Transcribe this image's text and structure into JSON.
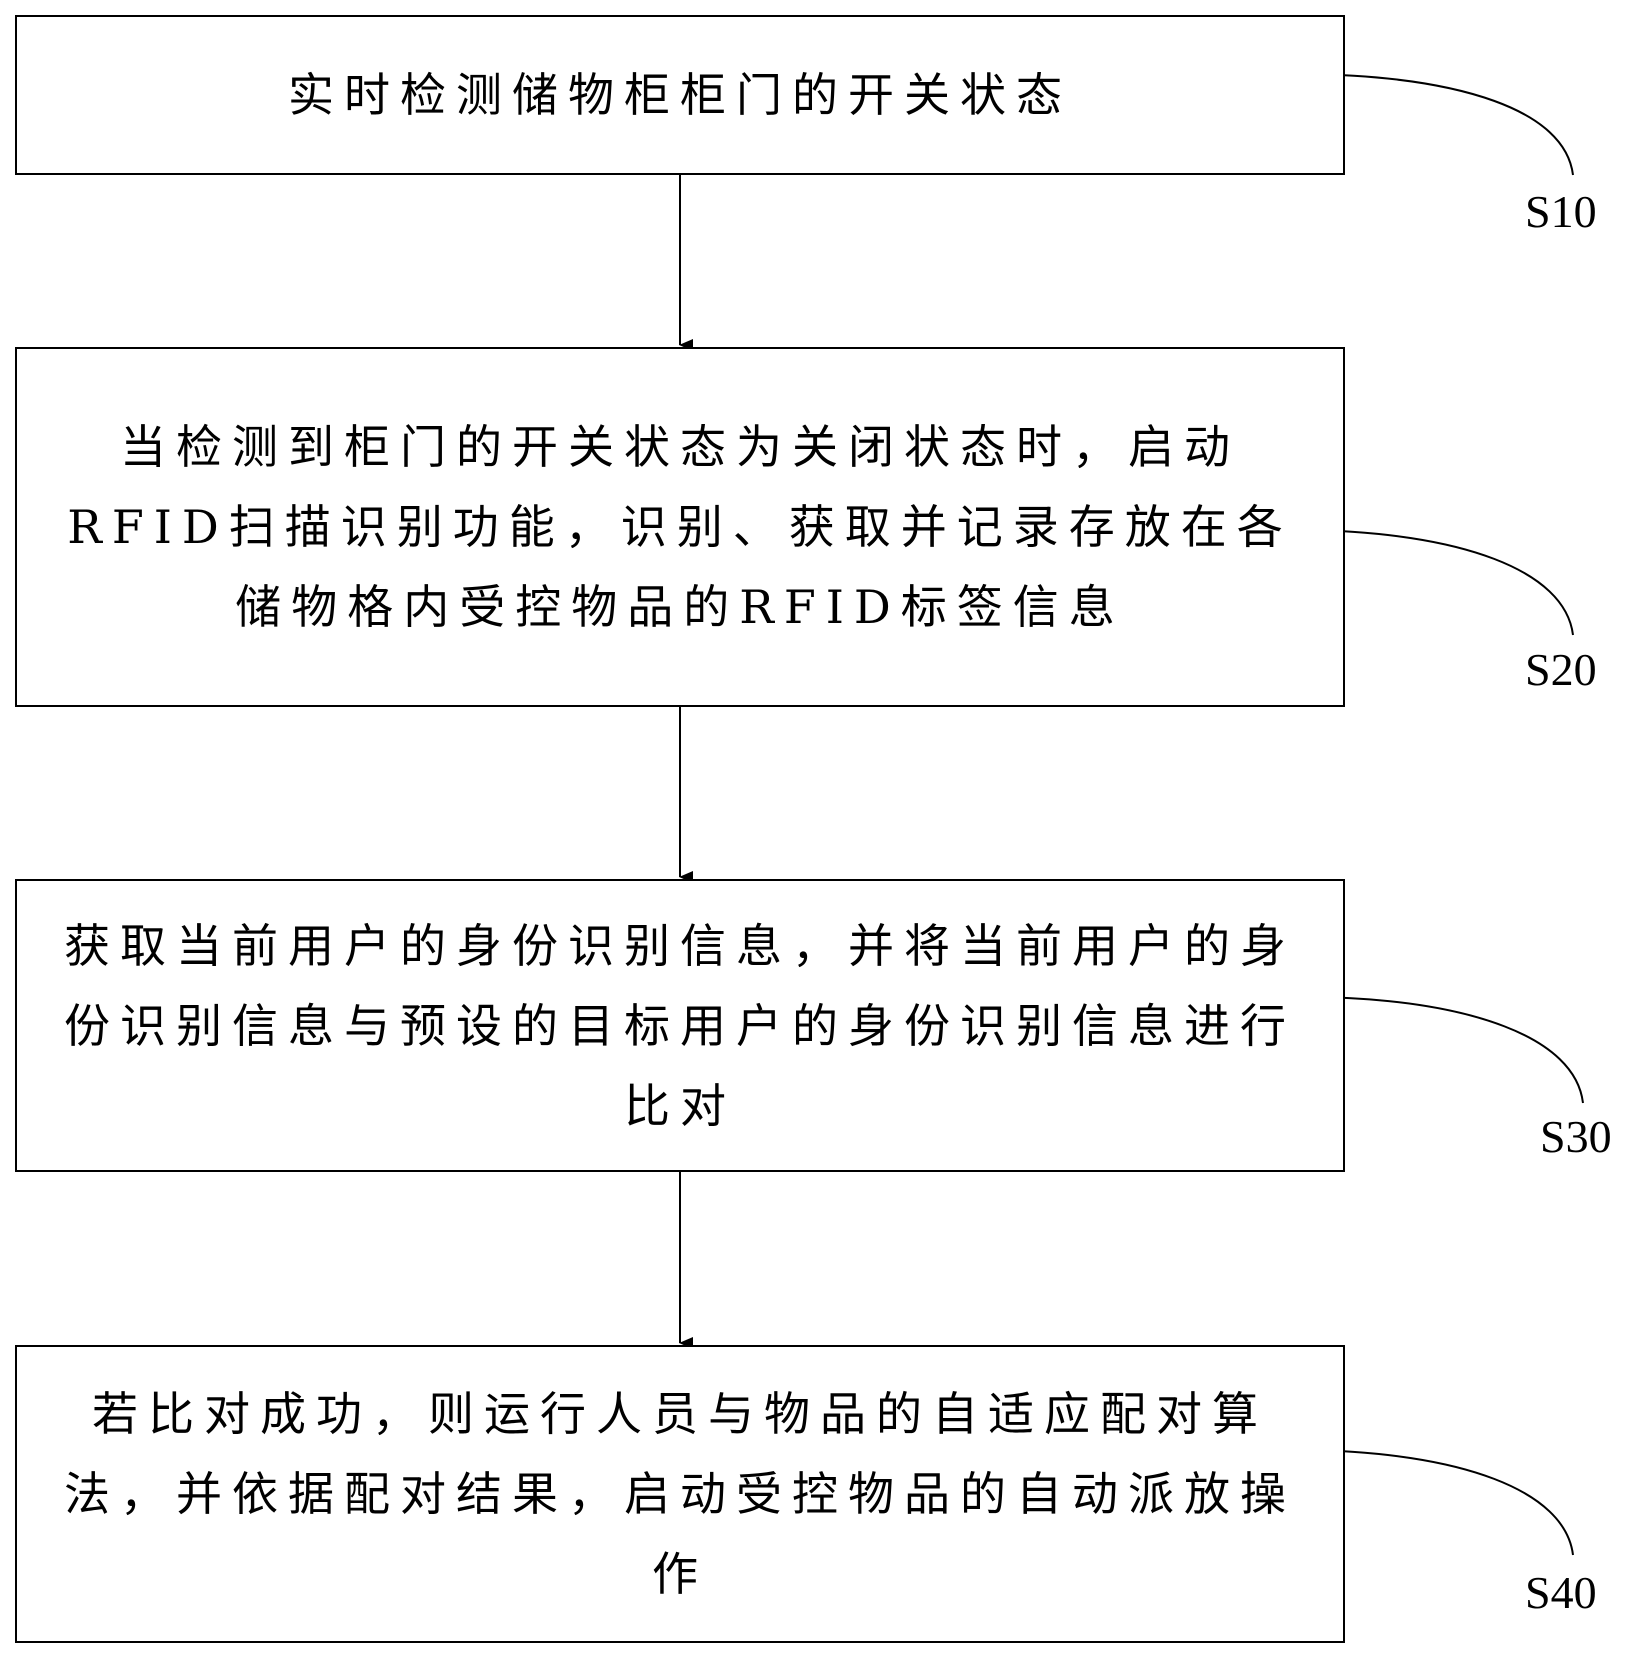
{
  "flowchart": {
    "steps": [
      {
        "id": "S10",
        "label": "S10",
        "text": "实时检测储物柜柜门的开关状态"
      },
      {
        "id": "S20",
        "label": "S20",
        "text": "当检测到柜门的开关状态为关闭状态时，启动RFID扫描识别功能，识别、获取并记录存放在各储物格内受控物品的RFID标签信息"
      },
      {
        "id": "S30",
        "label": "S30",
        "text": "获取当前用户的身份识别信息，并将当前用户的身份识别信息与预设的目标用户的身份识别信息进行比对"
      },
      {
        "id": "S40",
        "label": "S40",
        "text": "若比对成功，则运行人员与物品的自适应配对算法，并依据配对结果，启动受控物品的自动派放操作"
      }
    ]
  }
}
